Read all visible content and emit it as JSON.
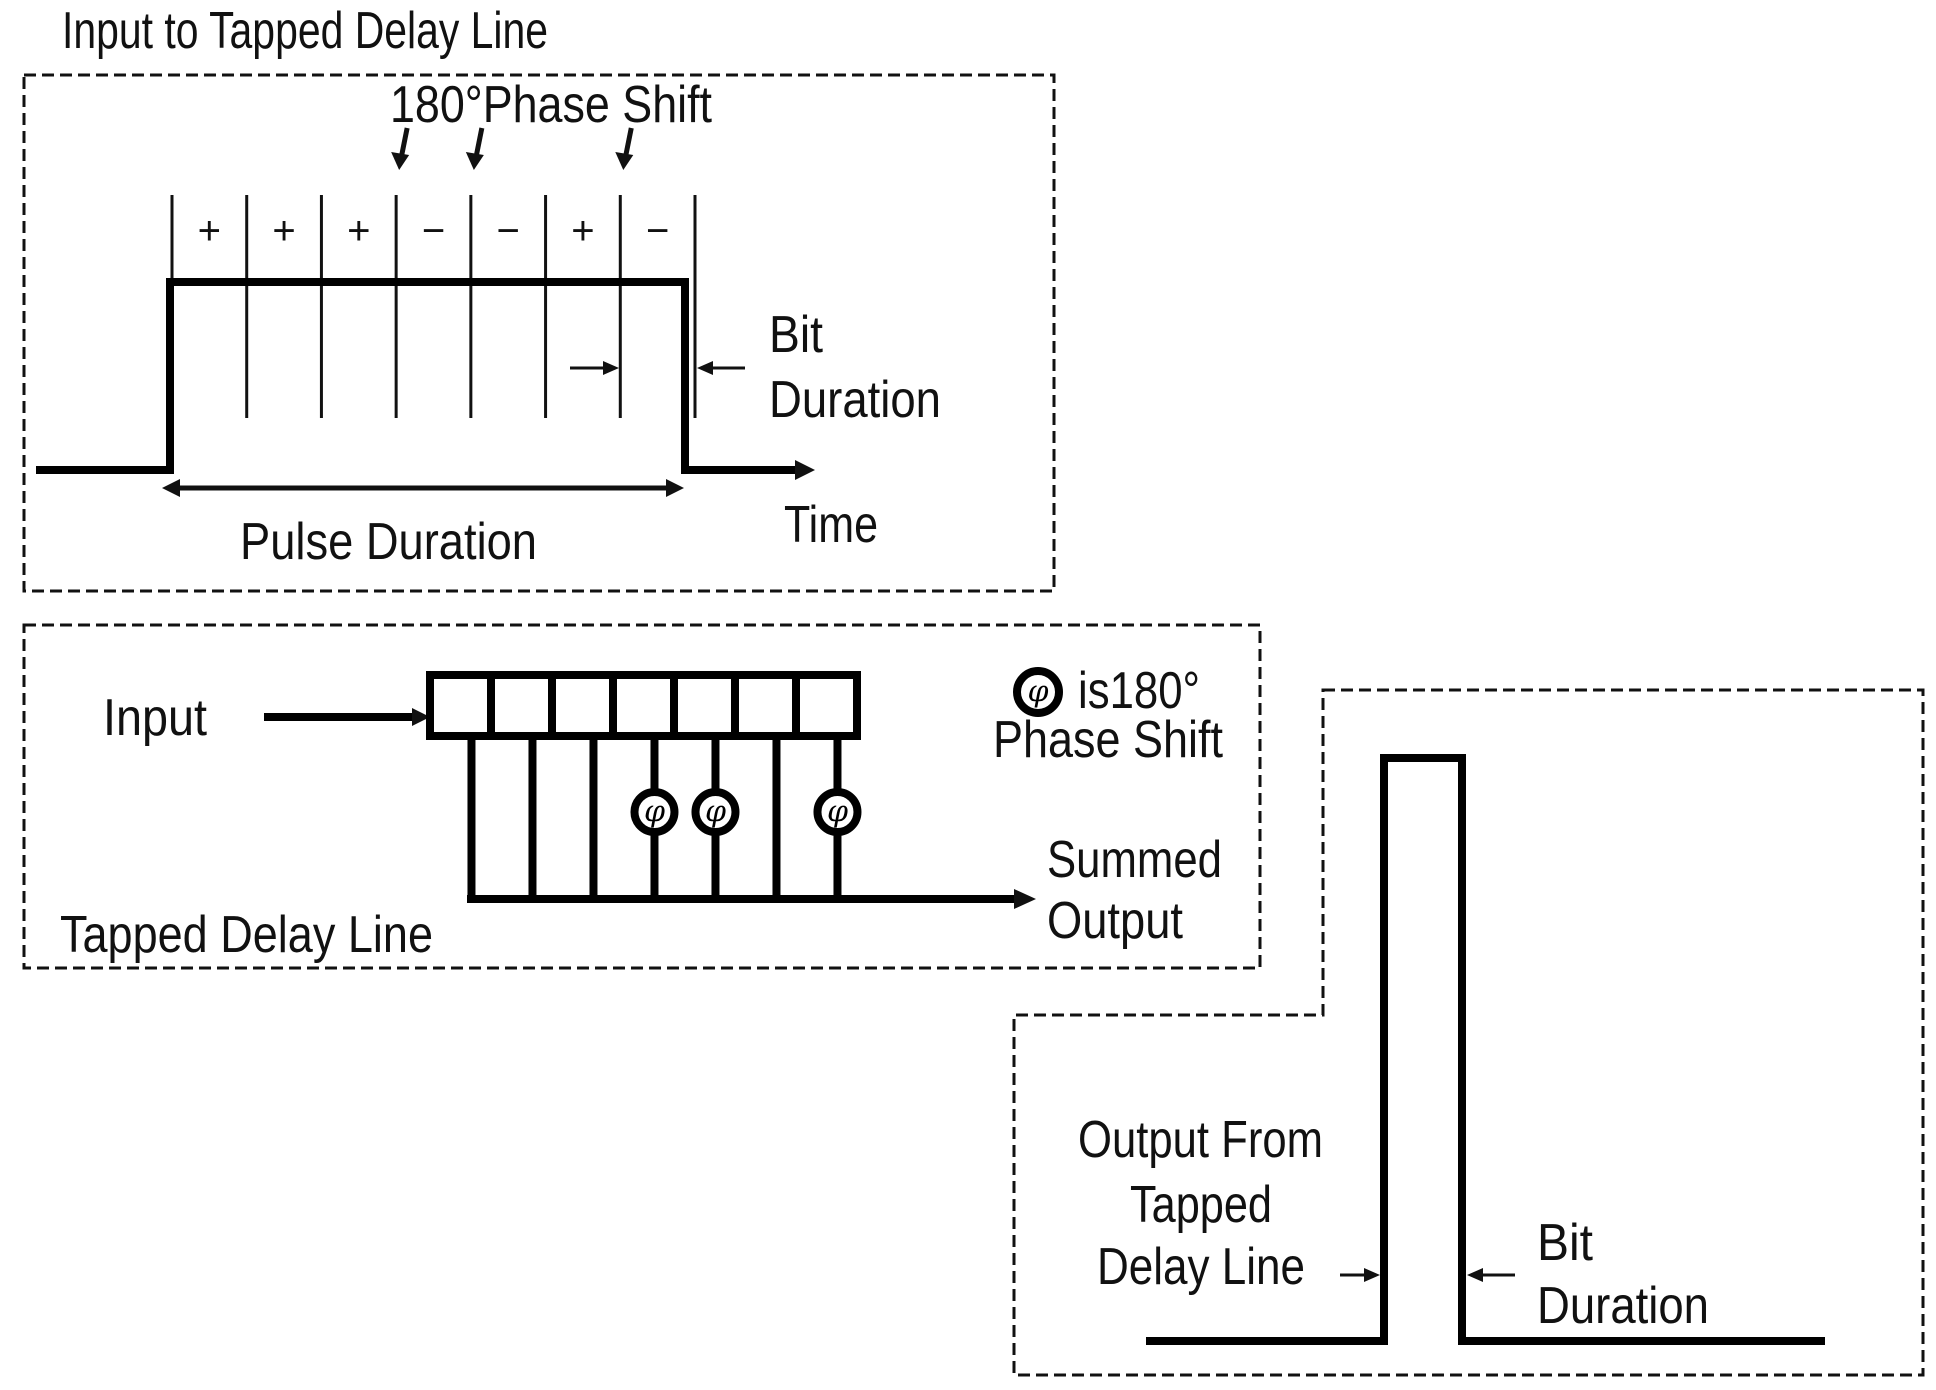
{
  "diagram": {
    "colors": {
      "ink": "#111111",
      "background": "#ffffff"
    },
    "input_panel": {
      "title": "Input to Tapped Delay Line",
      "phase_shift_callout": "180°Phase Shift",
      "phase_code": [
        "+",
        "+",
        "+",
        "−",
        "−",
        "+",
        "−"
      ],
      "phase_shifted_bit_indices": [
        3,
        4,
        6
      ],
      "bit_duration_label_line1": "Bit",
      "bit_duration_label_line2": "Duration",
      "time_axis_label": "Time",
      "pulse_duration_label": "Pulse Duration"
    },
    "delay_line_panel": {
      "input_label": "Input",
      "panel_label": "Tapped Delay Line",
      "cell_count": 7,
      "tap_count": 7,
      "phase_shifted_taps": [
        4,
        5,
        7
      ],
      "legend_symbol": "φ",
      "legend_text_line1": "is180°",
      "legend_text_line2": "Phase Shift",
      "output_label_line1": "Summed",
      "output_label_line2": "Output"
    },
    "output_panel": {
      "label_line1": "Output From",
      "label_line2": "Tapped",
      "label_line3": "Delay Line",
      "bit_duration_label_line1": "Bit",
      "bit_duration_label_line2": "Duration"
    }
  }
}
